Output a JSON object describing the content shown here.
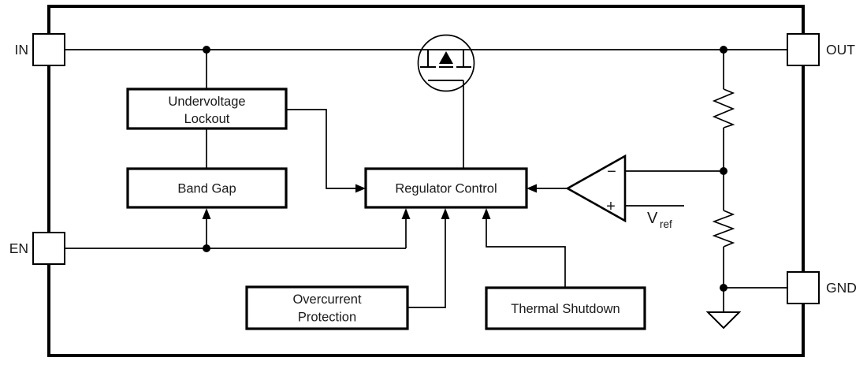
{
  "pins": {
    "in": "IN",
    "en": "EN",
    "out": "OUT",
    "gnd": "GND"
  },
  "blocks": {
    "undervoltage_lockout": {
      "line1": "Undervoltage",
      "line2": "Lockout"
    },
    "band_gap": {
      "label": "Band Gap"
    },
    "regulator_control": {
      "label": "Regulator Control"
    },
    "overcurrent_protection": {
      "line1": "Overcurrent",
      "line2": "Protection"
    },
    "thermal_shutdown": {
      "label": "Thermal Shutdown"
    }
  },
  "error_amplifier": {
    "minus_label": "−",
    "plus_label": "+"
  },
  "reference": {
    "base": "V",
    "subscript": "ref"
  },
  "colors": {
    "line": "#000000",
    "text": "#1a1a1a",
    "background": "#ffffff"
  }
}
